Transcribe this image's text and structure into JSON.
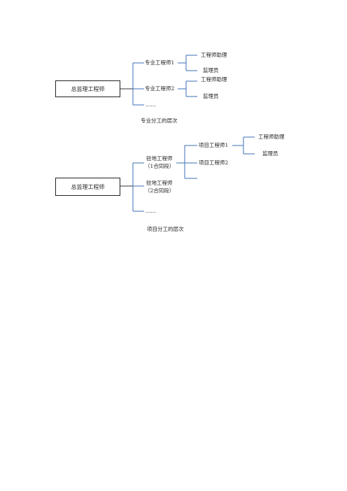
{
  "diagram1": {
    "root": "总监理工程师",
    "children": [
      {
        "label": "专业工程师1",
        "subs": [
          "工程师助理",
          "监理员"
        ]
      },
      {
        "label": "专业工程师2",
        "subs": [
          "工程师助理",
          "监理员"
        ]
      },
      {
        "label": "……"
      }
    ],
    "caption": "专业分工的层次"
  },
  "diagram2": {
    "root": "总监理工程师",
    "children": [
      {
        "label_line1": "驻地工程师",
        "label_line2": "（1合同段）"
      },
      {
        "label_line1": "驻地工程师",
        "label_line2": "（2合同段）"
      },
      {
        "label": "……"
      }
    ],
    "subs": [
      "项目工程师1",
      "项目工程师2"
    ],
    "subsubs": [
      "工程师助理",
      "监理员"
    ],
    "caption": "项目分工的层次"
  },
  "colors": {
    "branch_line": "#3b6fb3",
    "box_border": "#222222"
  }
}
